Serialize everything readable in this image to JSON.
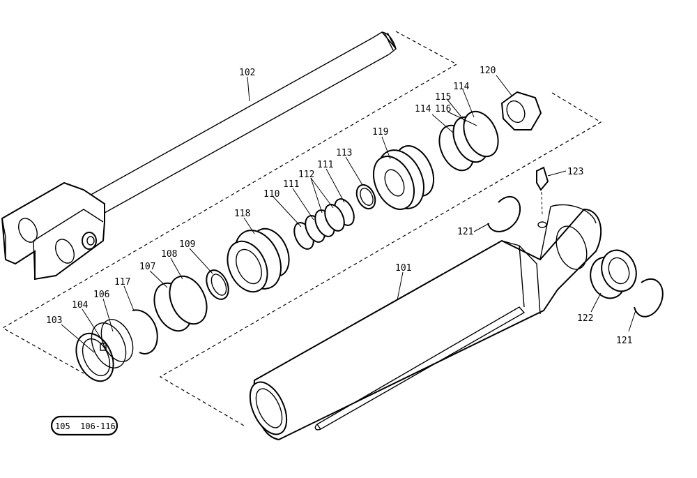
{
  "callouts": {
    "c101": "101",
    "c102": "102",
    "c103": "103",
    "c104": "104",
    "c106": "106",
    "c107": "107",
    "c108": "108",
    "c109": "109",
    "c110": "110",
    "c111a": "111",
    "c111b": "111",
    "c112": "112",
    "c113": "113",
    "c114a": "114",
    "c114b": "114",
    "c115": "115",
    "c116": "116",
    "c117": "117",
    "c118": "118",
    "c119": "119",
    "c120": "120",
    "c121a": "121",
    "c121b": "121",
    "c122": "122",
    "c123": "123"
  },
  "kit_label": "105  106-116"
}
